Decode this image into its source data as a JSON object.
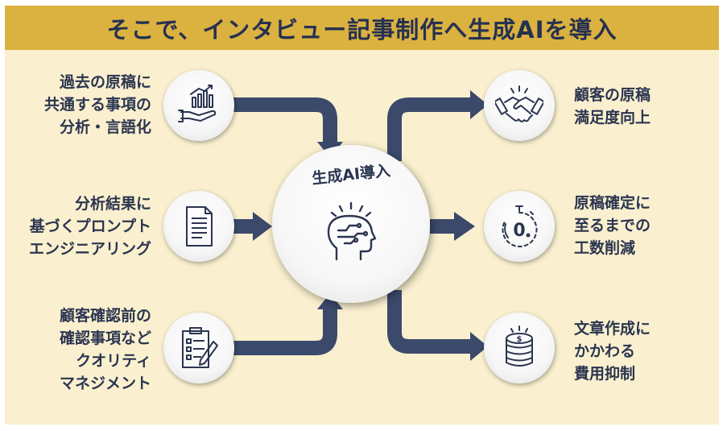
{
  "title": "そこで、インタビュー記事制作へ生成AIを導入",
  "hub": {
    "label": "生成AI導入",
    "icon": "ai-brain-head-icon"
  },
  "inputs": [
    {
      "lines": [
        "過去の原稿に",
        "共通する事項の",
        "分析・言語化"
      ],
      "icon": "chart-in-hand-icon"
    },
    {
      "lines": [
        "分析結果に",
        "基づくプロンプト",
        "エンジニアリング"
      ],
      "icon": "document-icon"
    },
    {
      "lines": [
        "顧客確認前の",
        "確認事項など",
        "クオリティ",
        "マネジメント"
      ],
      "icon": "clipboard-checklist-icon"
    }
  ],
  "outputs": [
    {
      "lines": [
        "顧客の原稿",
        "満足度向上"
      ],
      "icon": "handshake-icon"
    },
    {
      "lines": [
        "原稿確定に",
        "至るまでの",
        "工数削減"
      ],
      "icon": "stopwatch-icon"
    },
    {
      "lines": [
        "文章作成に",
        "かかわる",
        "費用抑制"
      ],
      "icon": "coin-stack-icon"
    }
  ],
  "colors": {
    "title_bar": "#dbb140",
    "background": "#faf0cf",
    "arrow": "#3b4a6b",
    "text": "#2b3550"
  }
}
